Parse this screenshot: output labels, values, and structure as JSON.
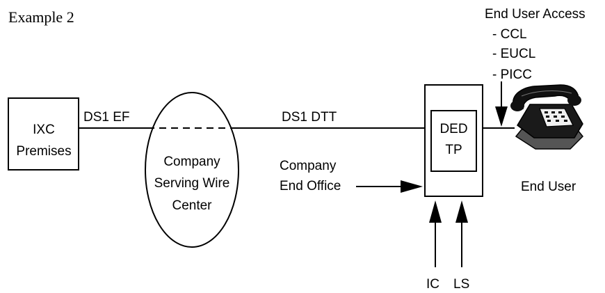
{
  "title": "Example 2",
  "ixc": {
    "line1": "IXC",
    "line2": "Premises"
  },
  "links": {
    "ds1_ef": "DS1 EF",
    "ds1_dtt": "DS1 DTT"
  },
  "wire_center": {
    "line1": "Company",
    "line2": "Serving Wire",
    "line3": "Center"
  },
  "end_office": {
    "line1": "Company",
    "line2": "End Office"
  },
  "ded_tp": {
    "line1": "DED",
    "line2": "TP"
  },
  "end_user_access": {
    "heading": "End User Access",
    "items": [
      "- CCL",
      "- EUCL",
      "- PICC"
    ]
  },
  "end_user": "End User",
  "bottom": {
    "ic": "IC",
    "ls": "LS"
  }
}
